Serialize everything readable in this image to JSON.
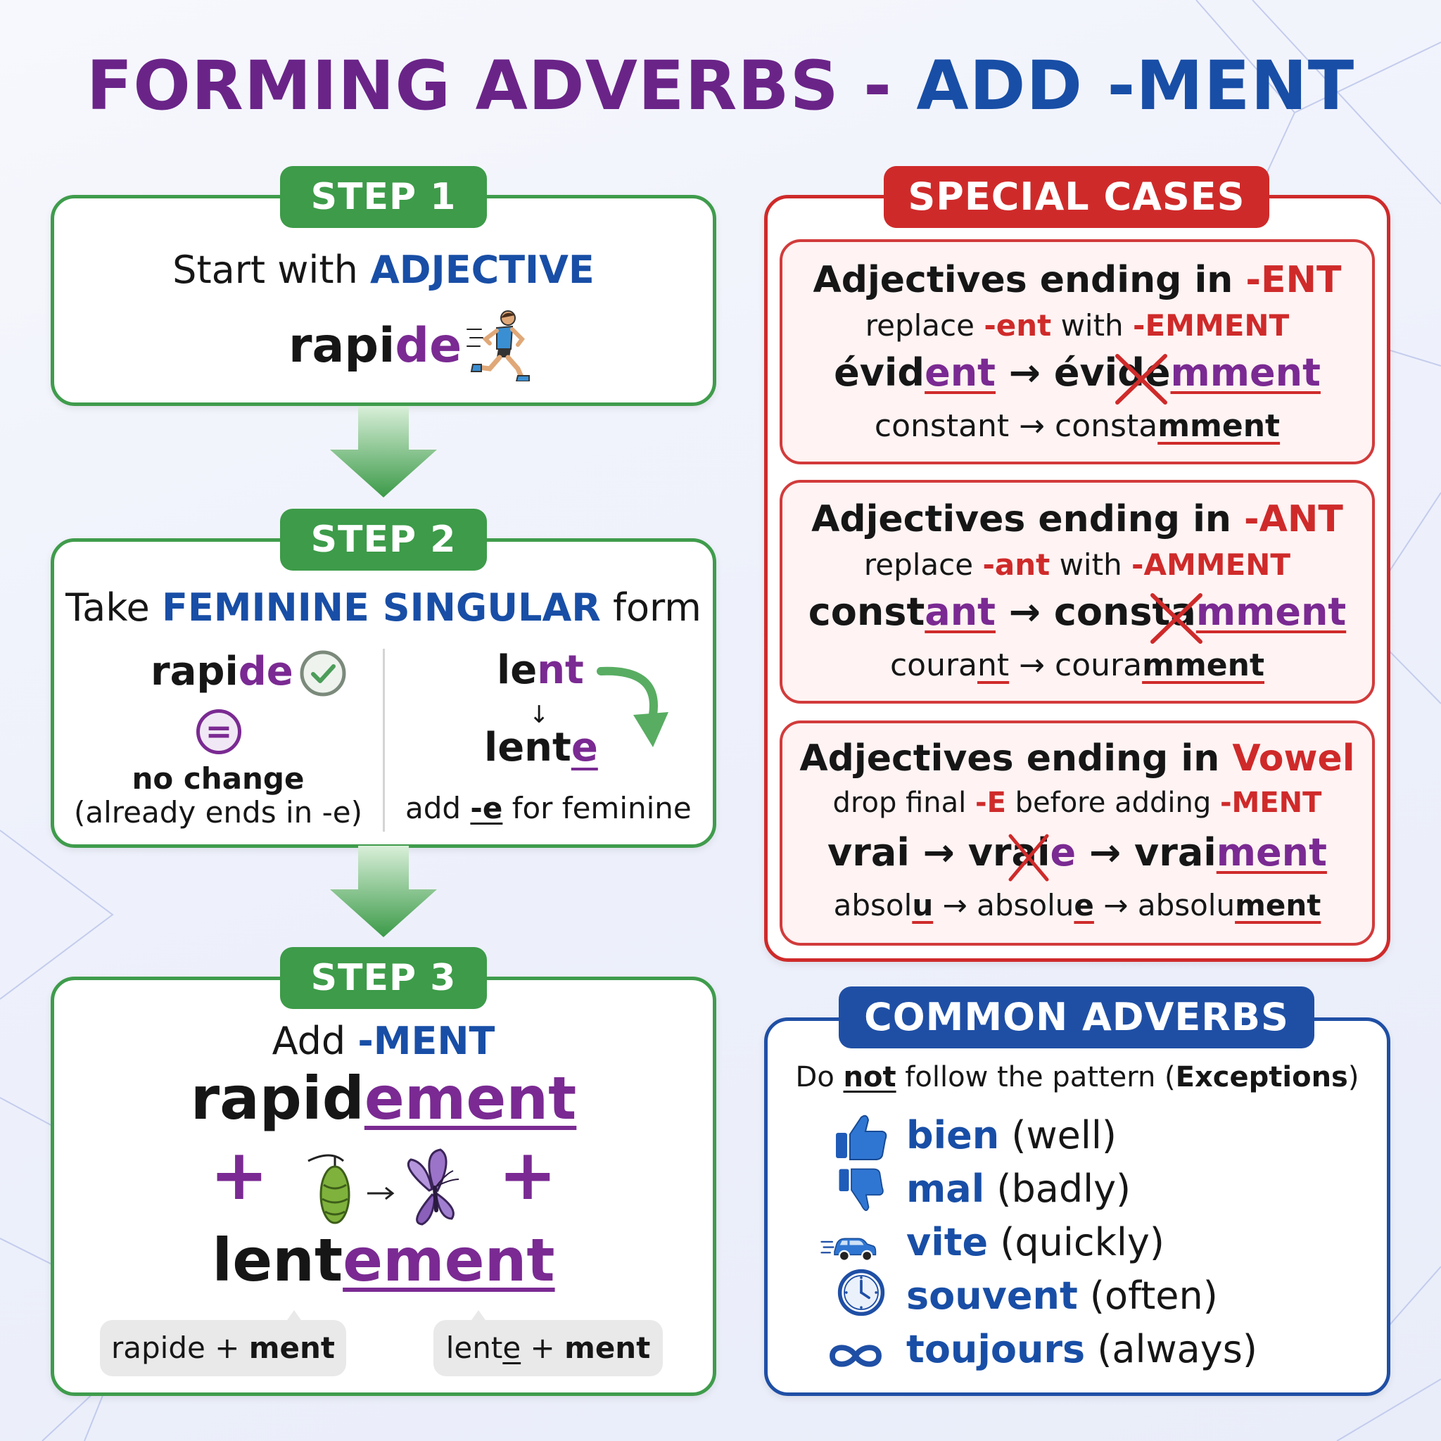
{
  "title": {
    "part1": "FORMING ADVERBS - ",
    "part2": "ADD -MENT"
  },
  "step1": {
    "badge": "STEP 1",
    "intro": "Start with ",
    "intro_highlight": "ADJECTIVE",
    "word_stem": "rapi",
    "word_end": "de"
  },
  "step2": {
    "badge": "STEP 2",
    "intro": "Take ",
    "intro_highlight": "FEMININE SINGULAR",
    "intro_end": " form",
    "left_word_stem": "rapi",
    "left_word_end": "de",
    "left_equal_symbol": "=",
    "left_note_bold": "no change",
    "left_note": "(already ends in -e)",
    "right_word_stem": "le",
    "right_word_end": "nt",
    "right_arrow": "↓",
    "right_result_stem": "lent",
    "right_result_end": "e",
    "right_note_pre": "add ",
    "right_note_bold": "-e",
    "right_note_post": " for feminine"
  },
  "step3": {
    "badge": "STEP 3",
    "intro": "Add ",
    "intro_highlight": "-MENT",
    "word1_stem": "rapid",
    "word1_end": "ement",
    "plus": "+",
    "word2_stem": "lent",
    "word2_end": "ement",
    "chip1_pre": "rapide + ",
    "chip1_bold": "ment",
    "chip2_stem": "lent",
    "chip2_e": "e",
    "chip2_mid": " + ",
    "chip2_bold": "ment"
  },
  "special_cases": {
    "badge": "SPECIAL CASES",
    "cases": [
      {
        "head": "Adjectives ending in ",
        "head_highlight": "-ENT",
        "sub_pre": "replace ",
        "sub_from": "-ent",
        "sub_mid": " with ",
        "sub_to": "-EMMENT",
        "ex_from_stem": "évid",
        "ex_from_end": "ent",
        "arrow": "→",
        "ex_to_stem": "évi",
        "ex_to_crossed": "de",
        "ex_to_end": "mment",
        "ex2_from": "constant",
        "ex2_to_stem": "consta",
        "ex2_to_end": "mment"
      },
      {
        "head": "Adjectives ending in ",
        "head_highlight": "-ANT",
        "sub_pre": "replace ",
        "sub_from": "-ant",
        "sub_mid": " with ",
        "sub_to": "-AMMENT",
        "ex_from_stem": "const",
        "ex_from_end": "ant",
        "arrow": "→",
        "ex_to_stem": "cons",
        "ex_to_crossed": "ta",
        "ex_to_end": "mment",
        "ex2_from_stem": "coura",
        "ex2_from_end": "nt",
        "ex2_to_stem": "coura",
        "ex2_to_end": "mment"
      },
      {
        "head": "Adjectives ending in ",
        "head_highlight": "Vowel",
        "sub_pre": "drop final ",
        "sub_from": "-E",
        "sub_mid": " before adding ",
        "sub_to": "-MENT",
        "ex_a": "vrai",
        "arrow": "→",
        "ex_b_stem": "vr",
        "ex_b_crossed": "ai",
        "ex_b_end": "e",
        "ex_c_stem": "vrai",
        "ex_c_end": "ment",
        "ex2_a_stem": "absol",
        "ex2_a_end": "u",
        "ex2_b_stem": "absolu",
        "ex2_b_end": "e",
        "ex2_c_stem": "absolu",
        "ex2_c_end": "ment"
      }
    ]
  },
  "common_adverbs": {
    "badge": "COMMON ADVERBS",
    "intro_pre": "Do ",
    "intro_not": "not",
    "intro_mid": " follow the pattern ",
    "intro_paren_open": "(",
    "intro_exceptions": "Exceptions",
    "intro_paren_close": ")",
    "items": [
      {
        "word": "bien",
        "meaning": " (well)",
        "icon": "thumbs-up-icon"
      },
      {
        "word": "mal",
        "meaning": " (badly)",
        "icon": "thumbs-down-icon"
      },
      {
        "word": "vite",
        "meaning": " (quickly)",
        "icon": "car-icon"
      },
      {
        "word": "souvent",
        "meaning": " (often)",
        "icon": "clock-icon"
      },
      {
        "word": "toujours",
        "meaning": " (always)",
        "icon": "infinity-icon"
      }
    ]
  },
  "colors": {
    "green": "#3d9b49",
    "red": "#cf2a2a",
    "blue": "#1f4fa5",
    "purple": "#7a2a92",
    "title_purple": "#6a2488"
  }
}
